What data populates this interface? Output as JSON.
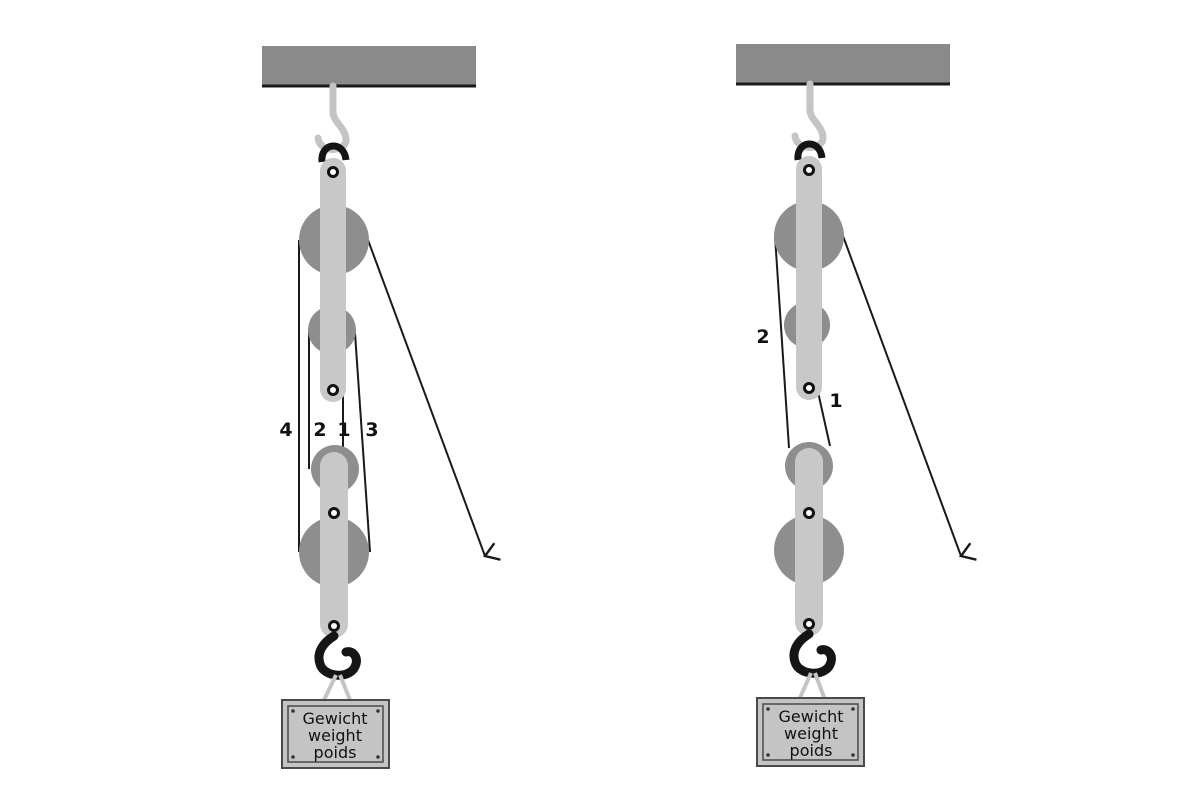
{
  "colors": {
    "ceiling": "#8a8a8a",
    "ceiling_edge": "#1a1a1a",
    "ceiling_hook": "#c4c4c4",
    "bar": "#c8c8c8",
    "pulley": "#8e8e8e",
    "rope": "#1a1a1a",
    "load_hook": "#151515",
    "weight_fill": "#c4c4c4",
    "weight_border": "#4a4a4a"
  },
  "left_system": {
    "rope_labels": [
      "4",
      "2",
      "1",
      "3"
    ],
    "weight_label": [
      "Gewicht",
      "weight",
      "poids"
    ]
  },
  "right_system": {
    "rope_labels": [
      "2",
      "1"
    ],
    "weight_label": [
      "Gewicht",
      "weight",
      "poids"
    ]
  }
}
